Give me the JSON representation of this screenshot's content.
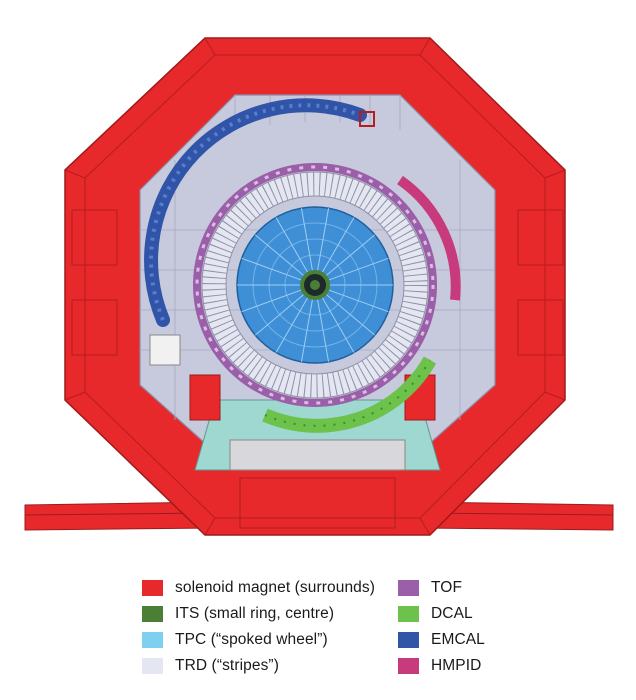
{
  "legend": {
    "items": [
      {
        "label": "solenoid magnet (surrounds)",
        "color": "#e8292b"
      },
      {
        "label": "ITS (small ring, centre)",
        "color": "#4a7f35"
      },
      {
        "label": "TPC (“spoked wheel”)",
        "color": "#7fcfee"
      },
      {
        "label": "TRD (“stripes”)",
        "color": "#e4e6f2"
      },
      {
        "label": "TOF",
        "color": "#9b5ea8"
      },
      {
        "label": "DCAL",
        "color": "#6cc24a"
      },
      {
        "label": "EMCAL",
        "color": "#2f54a8"
      },
      {
        "label": "HMPID",
        "color": "#c73b7c"
      }
    ]
  },
  "colors": {
    "magnet": "#e8292b",
    "magnet_dark": "#b51d1f",
    "inner_wall": "#c7c9dd",
    "tpc": "#3f8fd6",
    "tpc_light": "#6fb3ea",
    "its": "#4a7f35",
    "trd": "#e4e6f2",
    "tof": "#9b5ea8",
    "emcal": "#2f54a8",
    "dcal": "#6cc24a",
    "hmpid": "#c73b7c",
    "support": "#9fd8d0"
  }
}
